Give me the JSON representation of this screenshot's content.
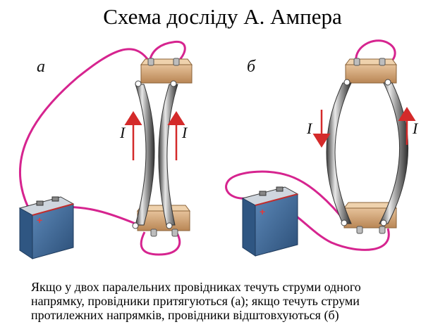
{
  "title": "Схема досліду А. Ампера",
  "labels": {
    "a": "а",
    "b": "б",
    "current": "I"
  },
  "battery_sign": "+",
  "caption": {
    "line1": "Якщо у двох паралельних провідниках течуть струми одного",
    "line2": "напрямку, провідники притягуються (а); якщо течуть струми",
    "line3": "протилежних напрямків, провідники відштовхуються (б)"
  },
  "colors": {
    "wire": "#d6248f",
    "arrow": "#d42a2a",
    "block": "#c89a6a",
    "battery": "#3e6a98",
    "strip": "#6a6a6a"
  }
}
